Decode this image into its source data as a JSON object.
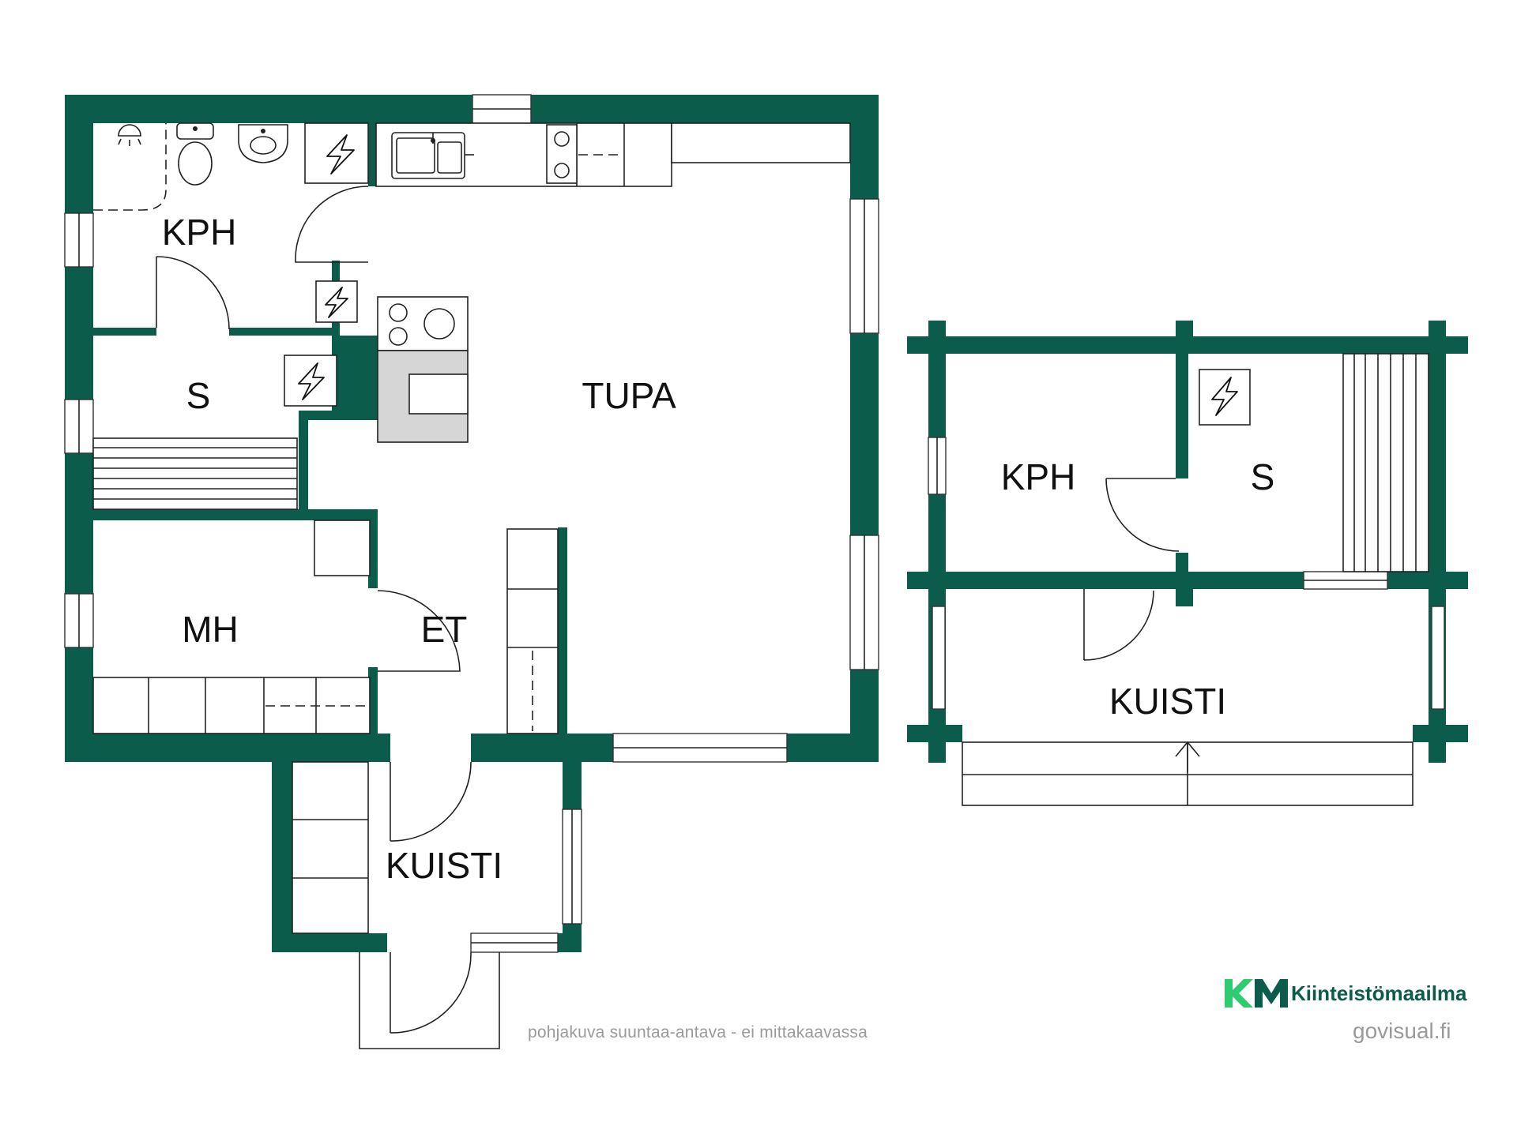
{
  "rooms": {
    "main_kph": "KPH",
    "main_s": "S",
    "tupa": "TUPA",
    "mh": "MH",
    "et": "ET",
    "main_kuisti": "KUISTI",
    "annex_kph": "KPH",
    "annex_s": "S",
    "annex_kuisti": "KUISTI"
  },
  "footer": {
    "disclaimer": "pohjakuva suuntaa-antava - ei mittakaavassa",
    "brand_name": "Kiinteistömaailma",
    "credit": "govisual.fi"
  },
  "colors": {
    "wall": "#0b5c4a",
    "logo_green": "#2ecc71",
    "muted_text": "#9a9a9a"
  },
  "icons": [
    "electric-panel-icon",
    "shower-icon",
    "toilet-icon",
    "sink-icon",
    "stove-icon",
    "kitchen-sink-icon"
  ]
}
